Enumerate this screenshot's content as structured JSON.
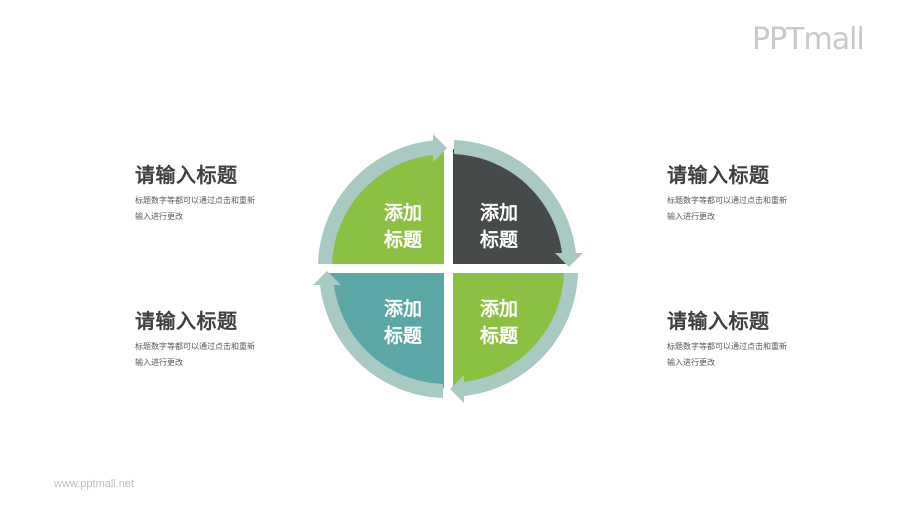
{
  "logo": {
    "text": "PPTmall"
  },
  "footer": {
    "url": "www.pptmall.net"
  },
  "colors": {
    "green": "#8cc042",
    "dark": "#474a4b",
    "teal": "#5aa7a6",
    "ring": "#a9c9c3",
    "title_text": "#404040",
    "desc_text": "#595959"
  },
  "text_blocks": [
    {
      "position": "top-left",
      "title": "请输入标题",
      "desc": "标题数字等都可以通过点击和重新输入进行更改"
    },
    {
      "position": "top-right",
      "title": "请输入标题",
      "desc": "标题数字等都可以通过点击和重新输入进行更改"
    },
    {
      "position": "bottom-left",
      "title": "请输入标题",
      "desc": "标题数字等都可以通过点击和重新输入进行更改"
    },
    {
      "position": "bottom-right",
      "title": "请输入标题",
      "desc": "标题数字等都可以通过点击和重新输入进行更改"
    }
  ],
  "quadrants": [
    {
      "position": "top-left",
      "line1": "添加",
      "line2": "标题",
      "color": "#8cc042"
    },
    {
      "position": "top-right",
      "line1": "添加",
      "line2": "标题",
      "color": "#474a4b"
    },
    {
      "position": "bottom-right",
      "line1": "添加",
      "line2": "标题",
      "color": "#8cc042"
    },
    {
      "position": "bottom-left",
      "line1": "添加",
      "line2": "标题",
      "color": "#5aa7a6"
    }
  ],
  "cycle_direction": "clockwise"
}
